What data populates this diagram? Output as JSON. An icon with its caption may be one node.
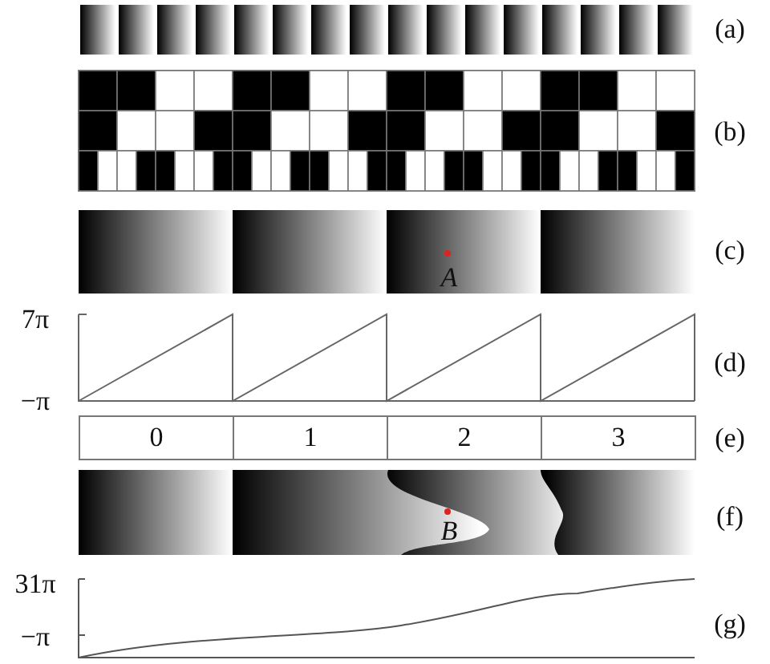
{
  "diagram": {
    "labels": [
      "(a)",
      "(b)",
      "A",
      "(c)",
      "7π",
      "−π",
      "(d)",
      "0",
      "1",
      "2",
      "3",
      "(e)",
      "B",
      "(f)",
      "31π",
      "−π",
      "(g)"
    ]
  }
}
